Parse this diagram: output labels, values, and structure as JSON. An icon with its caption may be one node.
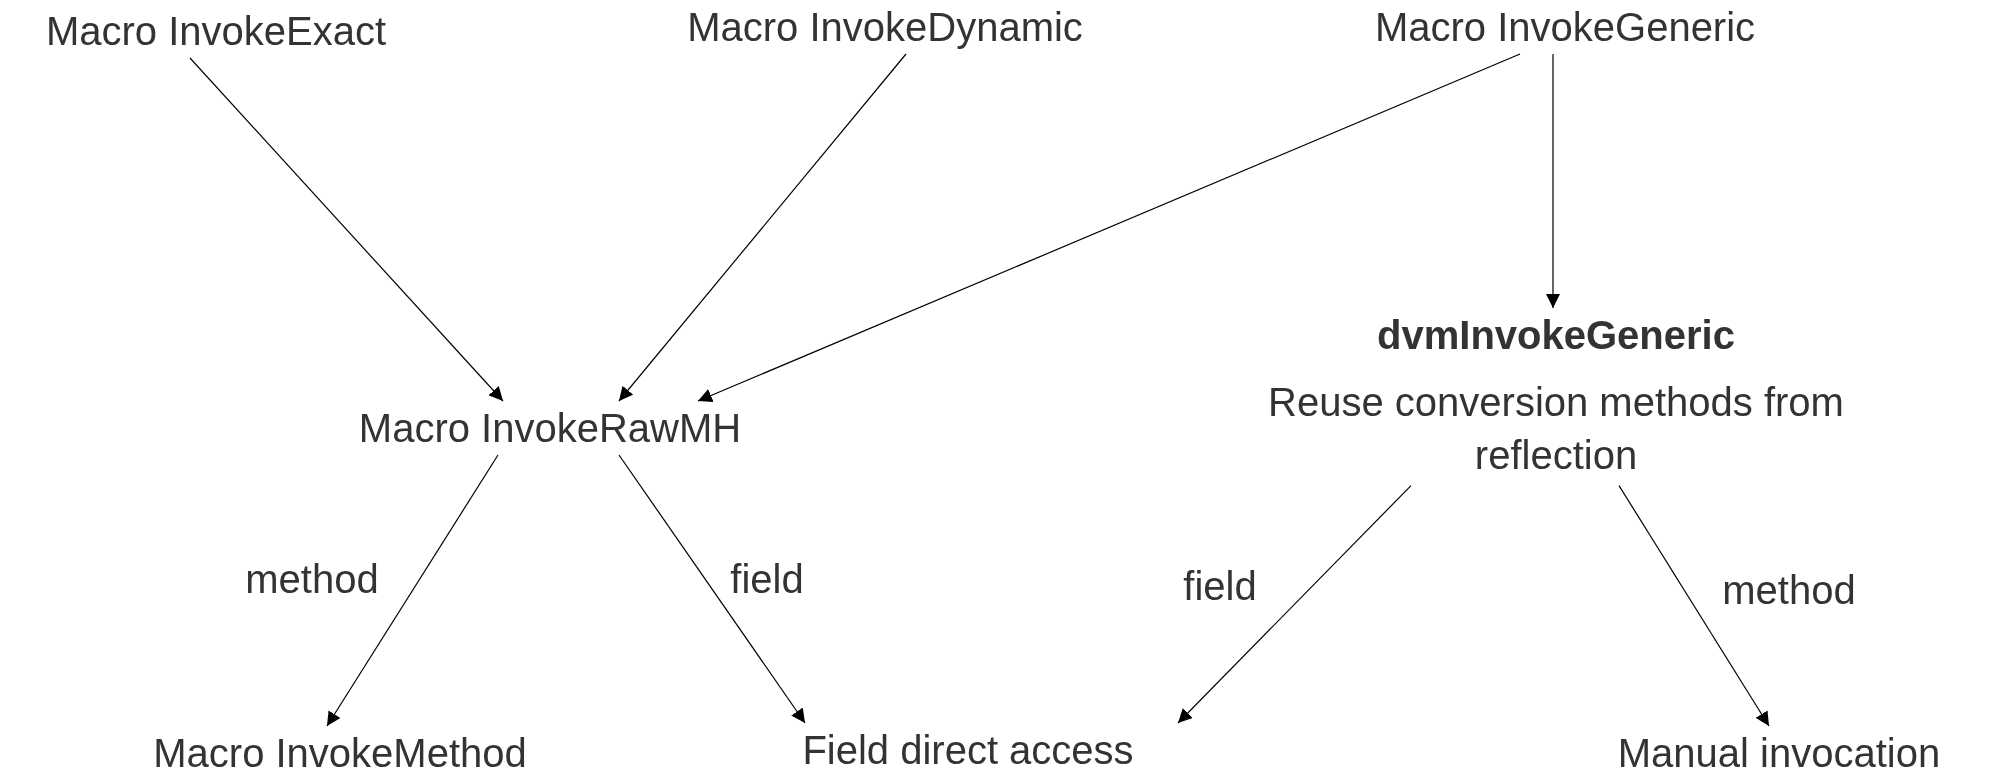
{
  "diagram": {
    "nodes": [
      {
        "text": [
          "Macro InvokeExact"
        ]
      },
      {
        "text": [
          "Macro InvokeDynamic"
        ]
      },
      {
        "text": [
          "Macro InvokeGeneric"
        ]
      },
      {
        "text": [
          "Macro InvokeRawMH"
        ]
      },
      {
        "text": [
          "dvmInvokeGeneric",
          "Reuse conversion methods from reflection"
        ]
      },
      {
        "text": [
          "Macro InvokeMethod"
        ]
      },
      {
        "text": [
          "Field direct access"
        ]
      },
      {
        "text": [
          "Manual invocation"
        ]
      }
    ],
    "edges": [
      {
        "from": 0,
        "to": 3,
        "arrow": "to"
      },
      {
        "from": 1,
        "to": 3,
        "arrow": "to"
      },
      {
        "from": 2,
        "to": 3,
        "arrow": "to"
      },
      {
        "from": 2,
        "to": 4,
        "arrow": "to"
      },
      {
        "from": 3,
        "to": 5,
        "arrow": "to",
        "label": "method"
      },
      {
        "from": 3,
        "to": 6,
        "arrow": "to",
        "label": "field"
      },
      {
        "from": 4,
        "to": 6,
        "arrow": "to",
        "label": "field"
      },
      {
        "from": 4,
        "to": 7,
        "arrow": "to",
        "label": "method"
      }
    ]
  }
}
